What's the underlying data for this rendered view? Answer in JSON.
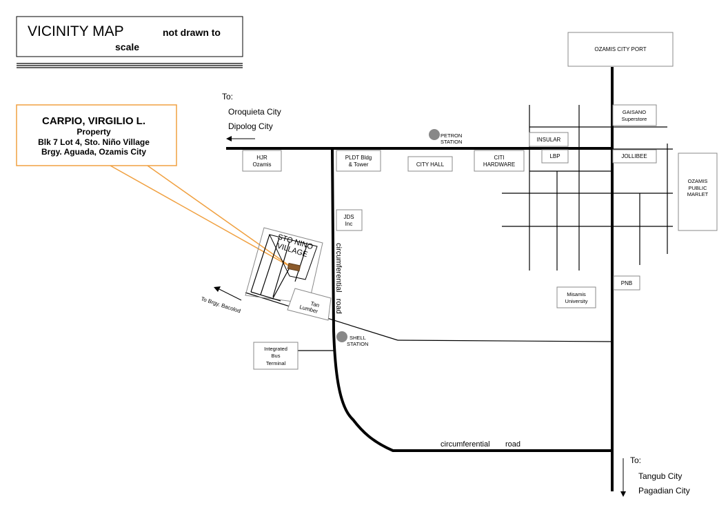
{
  "title": {
    "main": "VICINITY MAP",
    "note_line1": "not drawn to",
    "note_line2": "scale"
  },
  "callout": {
    "name": "CARPIO, VIRGILIO L.",
    "line2": "Property",
    "line3": "Blk 7 Lot 4, Sto. Niño Village",
    "line4": "Brgy. Aguada, Ozamis City"
  },
  "directions": {
    "west_to": "To:",
    "west_city1": "Oroquieta City",
    "west_city2": "Dipolog City",
    "south_to": "To:",
    "south_city1": "Tangub City",
    "south_city2": "Pagadian City",
    "bacolod": "To Brgy. Bacolod"
  },
  "landmarks": {
    "port": "OZAMIS CITY PORT",
    "hjr": [
      "HJR",
      "Ozamis"
    ],
    "pldt": [
      "PLDT Bldg",
      "& Tower"
    ],
    "city_hall": "CITY HALL",
    "citi": [
      "CITI",
      "HARDWARE"
    ],
    "petron": [
      "PETRON",
      "STATION"
    ],
    "insular": "INSULAR",
    "lbp": "LBP",
    "gaisano": [
      "GAISANO",
      "Superstore"
    ],
    "jollibee": "JOLLIBEE",
    "market": [
      "OZAMIS",
      "PUBLIC",
      "MARLET"
    ],
    "jds": [
      "JDS",
      "Inc"
    ],
    "pnb": "PNB",
    "misamis": [
      "Misamis",
      "University"
    ],
    "shell": [
      "SHELL",
      "STATION"
    ],
    "terminal": [
      "Integrated",
      "Bus",
      "Terminal"
    ],
    "tan": [
      "Tan",
      "Lumber"
    ],
    "village": [
      "STO NINO",
      "VILLAGE"
    ]
  },
  "roads": {
    "circ_vertical": "circumferential   road",
    "circ_bottom": "circumferential",
    "road_bottom": "road"
  },
  "colors": {
    "accent": "#F0A040",
    "property": "#8B5A2B",
    "station": "#888888"
  }
}
